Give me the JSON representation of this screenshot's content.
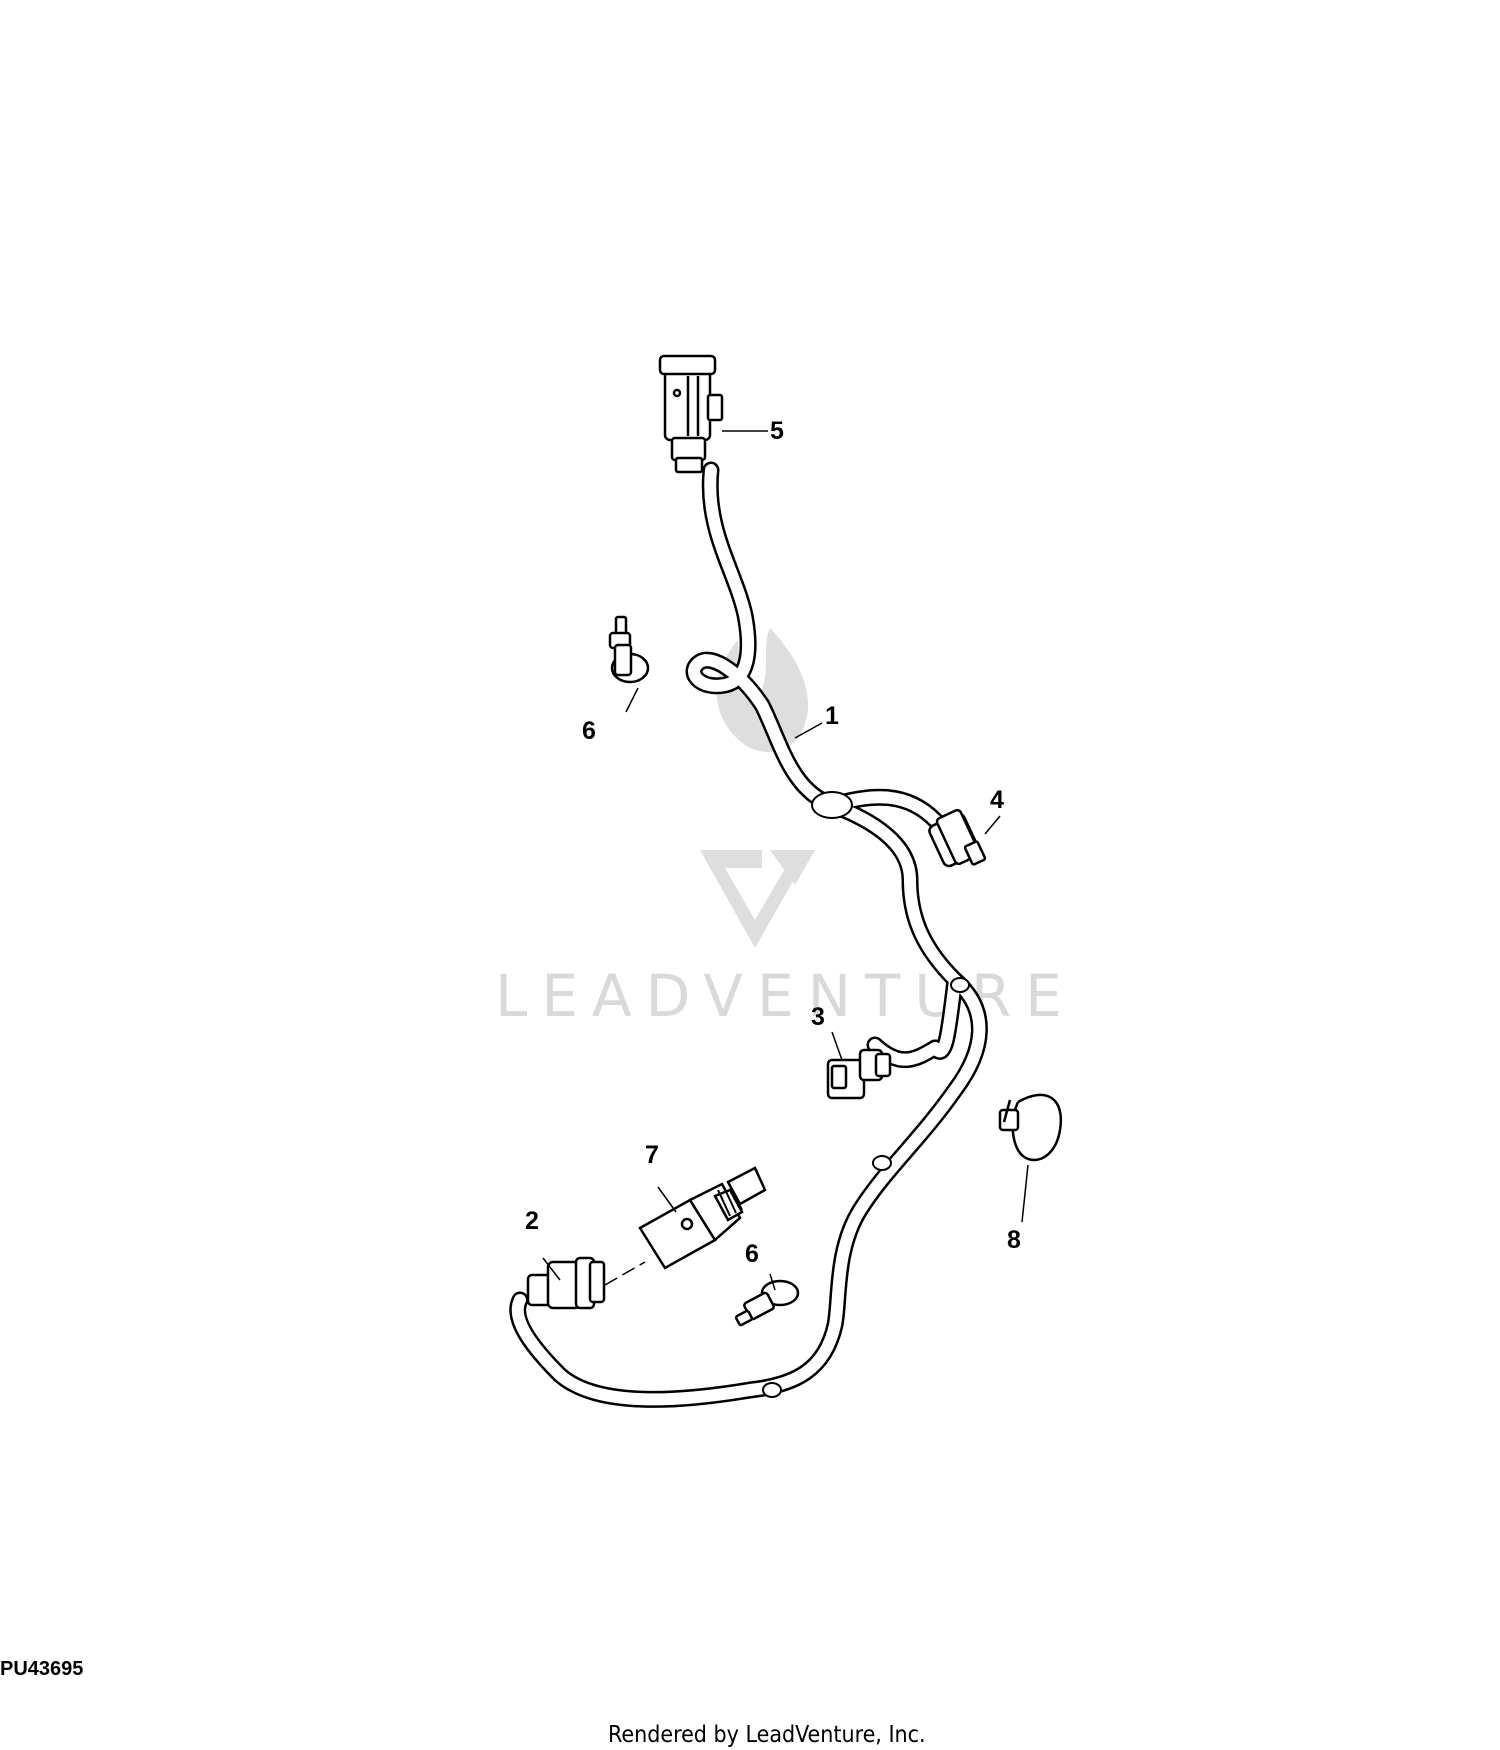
{
  "watermark": {
    "text": "LEADVENTURE"
  },
  "callouts": {
    "c1": "1",
    "c2": "2",
    "c3": "3",
    "c4": "4",
    "c5": "5",
    "c6a": "6",
    "c6b": "6",
    "c7": "7",
    "c8": "8"
  },
  "figure_code": "PU43695",
  "credit": "Rendered by LeadVenture, Inc."
}
